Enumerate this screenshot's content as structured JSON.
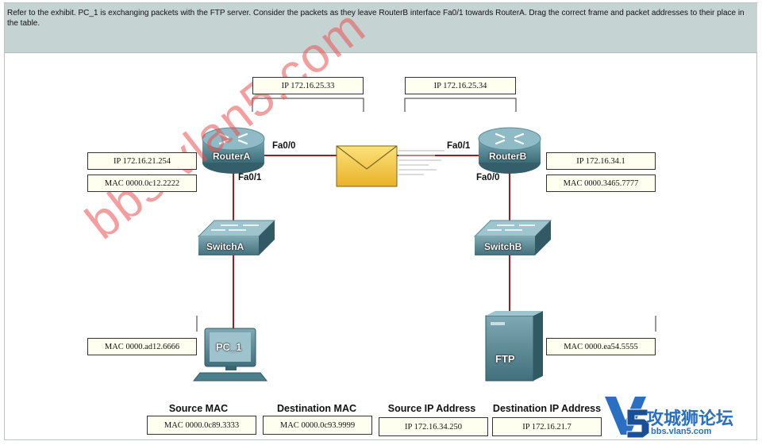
{
  "question": "Refer to the exhibit. PC_1 is exchanging packets with the FTP server. Consider the packets as they leave RouterB interface Fa0/1 towards RouterA. Drag the correct frame and packet addresses to their place in the table.",
  "devices": {
    "router_a": "RouterA",
    "router_b": "RouterB",
    "switch_a": "SwitchA",
    "switch_b": "SwitchB",
    "pc": "PC_1",
    "server": "FTP"
  },
  "interfaces": {
    "ra_fa00": "Fa0/0",
    "ra_fa01": "Fa0/1",
    "rb_fa01": "Fa0/1",
    "rb_fa00": "Fa0/0"
  },
  "address_boxes": {
    "ra_fa00_ip": "IP 172.16.25.33",
    "rb_fa01_ip": "IP 172.16.25.34",
    "ra_fa01_ip": "IP 172.16.21.254",
    "ra_fa01_mac": "MAC 0000.0c12.2222",
    "rb_fa00_ip": "IP 172.16.34.1",
    "rb_fa00_mac": "MAC 0000.3465.7777",
    "pc_mac": "MAC 0000.ad12.6666",
    "ftp_mac": "MAC 0000.ea54.5555"
  },
  "answer_table": {
    "headers": [
      "Source MAC",
      "Destination MAC",
      "Source IP Address",
      "Destination IP Address"
    ],
    "values": [
      "MAC 0000.0c89.3333",
      "MAC 0000.0c93.9999",
      "IP 172.16.34.250",
      "IP 172.16.21.7"
    ]
  },
  "watermark": "bbs.vlan5.com",
  "logo": {
    "mark": "V5",
    "name": "攻城狮论坛",
    "url": "bbs.vlan5.com"
  },
  "colors": {
    "header_bg": "#c5d3d3",
    "link_line": "#9b1c1c",
    "device_body": "#4b7f8c",
    "box_bg": "#fffff0",
    "envelope": "#f3c63b",
    "watermark": "#eb5050",
    "logo": "#2a6fc2"
  }
}
